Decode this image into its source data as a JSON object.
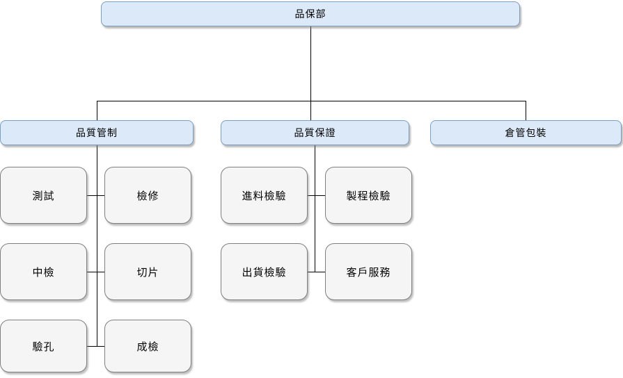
{
  "org_chart": {
    "type": "organization-chart",
    "root": {
      "label": "品保部"
    },
    "branches": [
      {
        "label": "品質管制",
        "children": [
          "測試",
          "檢修",
          "中檢",
          "切片",
          "驗孔",
          "成檢"
        ]
      },
      {
        "label": "品質保證",
        "children": [
          "進料檢驗",
          "製程檢驗",
          "出貨檢驗",
          "客戶服務"
        ]
      },
      {
        "label": "倉管包裝",
        "children": []
      }
    ]
  },
  "colors": {
    "background": "#ffffff",
    "level_box_fill": "#dce9f8",
    "level_box_border": "#7d9dc2",
    "leaf_box_fill": "#f5f5f6",
    "leaf_box_border": "#7f7f7f",
    "connector": "#000000",
    "text": "#000000"
  }
}
